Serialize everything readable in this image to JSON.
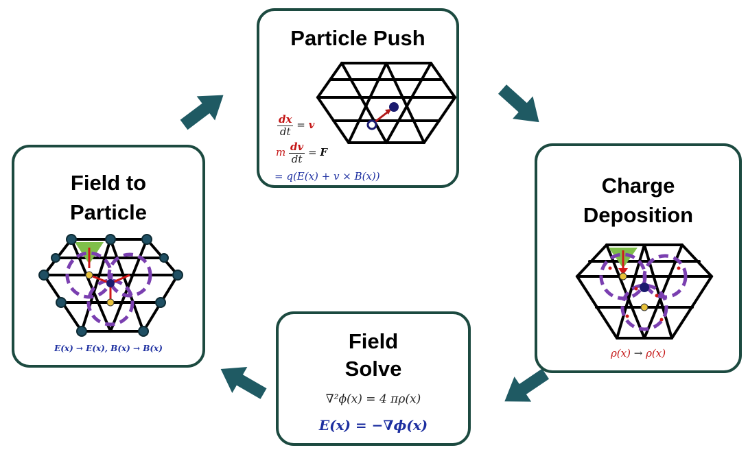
{
  "stages": {
    "push": {
      "title": "Particle Push",
      "eq1_num": "dx",
      "eq1_den": "dt",
      "eq1_rhs": "v",
      "eq2_mass": "m",
      "eq2_num": "dv",
      "eq2_den": "dt",
      "eq2_rhs": "F",
      "eq3": "= q(E(x) + v × B(x))"
    },
    "charge": {
      "title": "Charge\nDeposition",
      "eq_lhs": "ρ(x)",
      "eq_arrow": "→",
      "eq_rhs": "ρ(x)"
    },
    "solve": {
      "title": "Field\nSolve",
      "eq1": "∇²ϕ(x) = 4 πρ(x)",
      "eq2": "E(x) = −∇ϕ(x)"
    },
    "field": {
      "title": "Field to\nParticle",
      "eq": "E(x) → E(x), B(x) → B(x)"
    }
  },
  "colors": {
    "box_border": "#1c4a40",
    "cycle_arrow": "#1f5a63",
    "mesh_line": "#000000",
    "charge_ring": "#7a3fb0",
    "charge_dot": "#d01818",
    "node": "#e8c23a",
    "field_node": "#1f4f63",
    "highlight_triangle": "#7fbf4a",
    "red_arrow": "#d01818",
    "particle": "#1a1a6e"
  },
  "icons": {
    "cycle_arrows": "thick-arrow",
    "particle": "filled-circle",
    "old_particle": "hollow-circle"
  }
}
